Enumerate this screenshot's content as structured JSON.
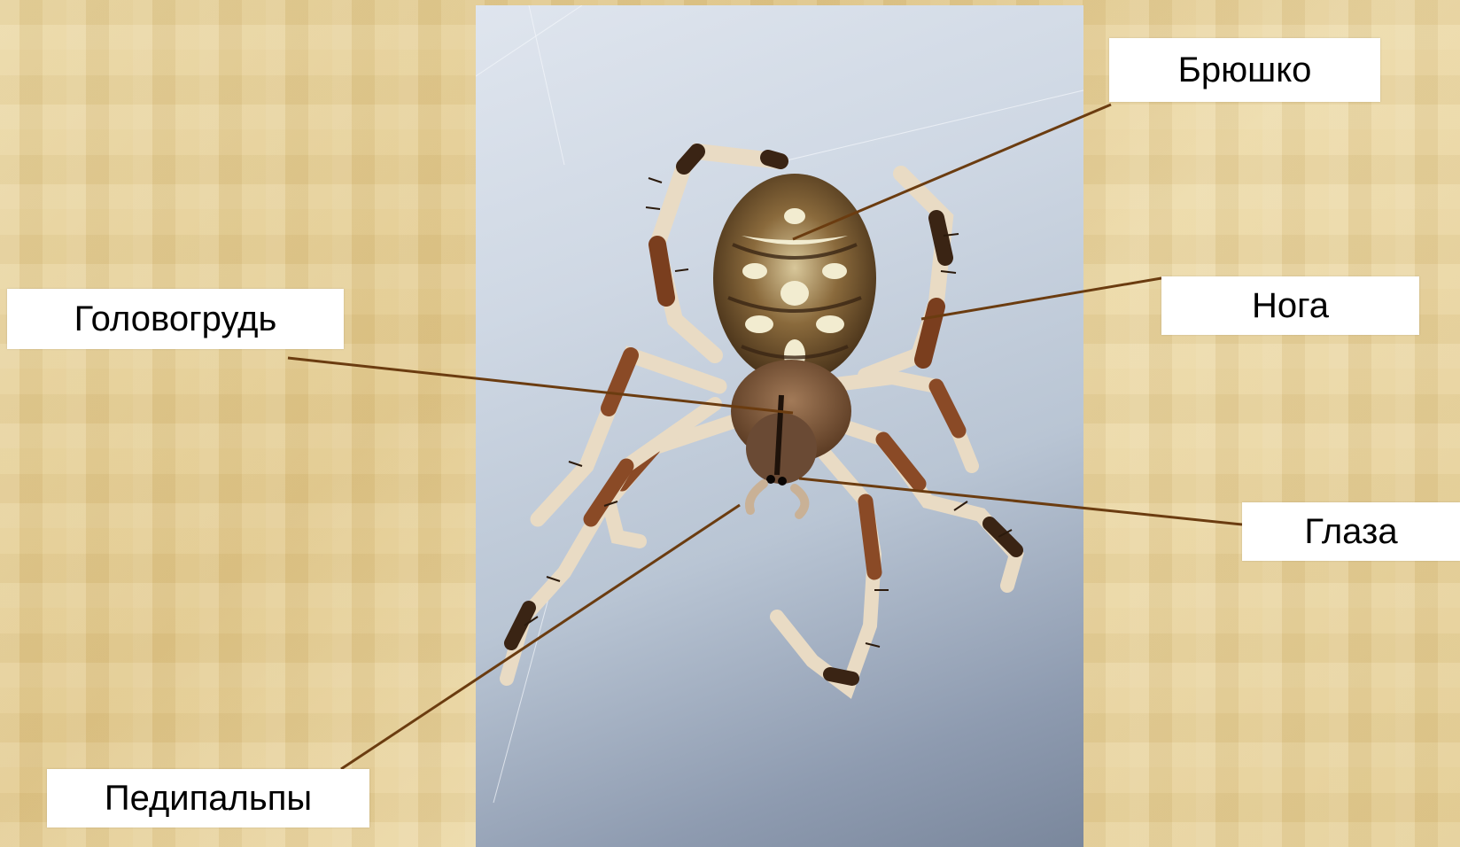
{
  "labels": {
    "abdomen": "Брюшко",
    "leg": "Нога",
    "cephalothorax": "Головогрудь",
    "eyes": "Глаза",
    "pedipalps": "Педипальпы"
  },
  "colors": {
    "background": "#e7d29a",
    "label_box": "#ffffff",
    "leader_line": "#6b3c10"
  }
}
